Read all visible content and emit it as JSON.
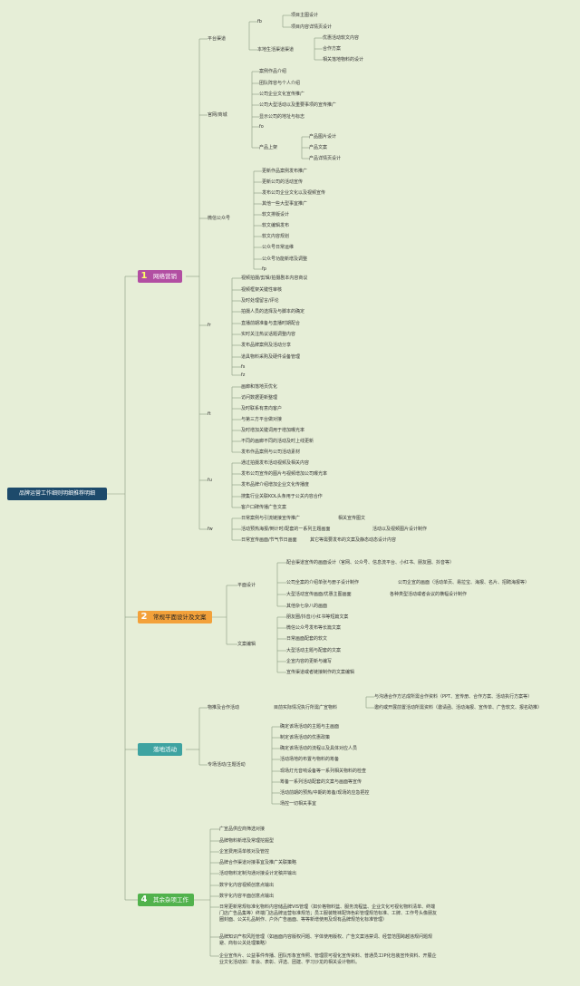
{
  "root": "品牌运营工作细则明细推荐明细",
  "sections": [
    {
      "num": "1",
      "label": "网络营销"
    },
    {
      "num": "2",
      "label": "常规平面设计及文案"
    },
    {
      "num": "",
      "label": "落地活动"
    },
    {
      "num": "4",
      "label": "其余杂项工作"
    }
  ],
  "nodes": [
    "平台渠道",
    "fb",
    "项目主图设计",
    "项目内容详情页设计",
    "本地生活渠道渠道",
    "优惠活动软文内容",
    "合作方案",
    "相关落地物料的设计",
    "官网/商城",
    "案例作品介绍",
    "团队阵容与个人介绍",
    "公司企业文化宣传推广",
    "公司大型活动以及重要事项的宣传推广",
    "显示公司的地址与标志",
    "fo",
    "产品上架",
    "产品图片设计",
    "产品文案",
    "产品详情页设计",
    "微信公众号",
    "更新作品案例发布推广",
    "更新公司的活动宣传",
    "发布公司企业文化以及视频宣传",
    "其他一些大型事宜推广",
    "软文排版设计",
    "软文编辑发布",
    "软文内容规划",
    "公众号日常运维",
    "公众号功能新增及调整",
    "fp",
    "fr",
    "视频拍摄/剪辑/拍摄剧本内容商议",
    "视频框架关键性审核",
    "及时处理留言/评论",
    "拍摄人员的选择及与脚本的确定",
    "直播前期准备与直播时期配合",
    "实时关注热议话题调整内容",
    "发布品牌案例及活动分享",
    "道具物料采购及硬件设备管理",
    "fs",
    "fz",
    "ft",
    "画廊和落地页优化",
    "访问数据更新整理",
    "及时联系有意向客户",
    "与第三方平台做对接",
    "及时增加关键词用于增加曝光率",
    "不同的画廊不同的活动及时上线更新",
    "发布作品案例与公司活动素材",
    "fu",
    "通过拍摄发布活动视频及相关内容",
    "发布公司宣传的图片与视频增加公司曝光率",
    "发布品牌介绍增加企业文化传播度",
    "搜集行业关联KOL头条用于公关内容合作",
    "客户口碑传播广告文案",
    "fw",
    "日常案例与引流链接宣传推广",
    "相关宣传图文",
    "活动预热海报/倒计时/配套的一系列主题画面",
    "活动以及视频图片设计制作",
    "日常宣传画面/节气节日画面",
    "其它等需要发布的文案及静态动态设计内容",
    "平面设计",
    "配合渠道宣传的画面设计（官网、公众号、信息流平台、小红书、朋友圈、抖音等）",
    "公司全案的介绍单张与册子设计制作",
    "公司企宣的画面（活动单页、易拉宝、海报、名片、招聘海报等）",
    "大型活动宣传画面/优惠主图画面",
    "各种类型活动或者会议的横幅设计制作",
    "其他杂七杂八的画面",
    "文案编辑",
    "朋友圈/抖音/小红书等短篇文案",
    "微信公众号发布等长篇文案",
    "日常画面配套的软文",
    "大型活动主题与配套的文案",
    "企宣内容的更新与编写",
    "宣传渠道或者链接制作的文案编辑",
    "物推及合作活动",
    "目前实际情况执行所需广宣物料",
    "与沟通合作方达成所需合作资料（PPT、宣传册、合作方案、活动执行方案等）",
    "邀约或开展前置活动所需资料（邀请函、活动海报、宣传单、广告软文、报名助推）",
    "专场活动/主题活动",
    "确定该场活动的主题与主画面",
    "制定该场活动的优惠政策",
    "确定该场活动的流程以及具体对应人员",
    "活动场地的布置与物料的筹备",
    "现场灯光音响设备等一系列相关物料的检查",
    "筹备一系列活动配套的文案与画面等宣传",
    "活动前期的预热/中期的筹备/现场的应急把控",
    "场控一切相关事宜",
    "广宣品供应商筛选对接",
    "品牌物料新增及常理挖掘型",
    "企宣费用清单核对及管控",
    "品牌合作渠道对接事宜及推广关联策略",
    "活动物料定制沟通对接设计定稿并输出",
    "数字化内容视频创意点输出",
    "数字化内容平面创意点输出",
    "日常更新常规标准化物料内容储品牌VIS管理（如价格物料篮、服务流程篮、企业文化可视化物料清单、终端门店广告品集等）终端门店品牌运营标准规范；员工服装鞋袜配饰色彩管理规范标准、工牌、工作号头像朋友圈封面、公关礼品制作、户外广告画面、等等新增使用及现有品牌规范化标准管理）",
    "品牌知识产权风险管理（如画面内容版权问题、字体使用版权、广告文案违禁词、经营范围跨越违规问题规避、商标公关处理策略）",
    "企业宣传片、公益事件传播、团队形象宣传照、管理层可视化宣传资料、普通员工IP化包装宣传资料、开展企业文化活动如：年会、表彰、评选、团建、学习沙龙的相关设计物料。"
  ]
}
